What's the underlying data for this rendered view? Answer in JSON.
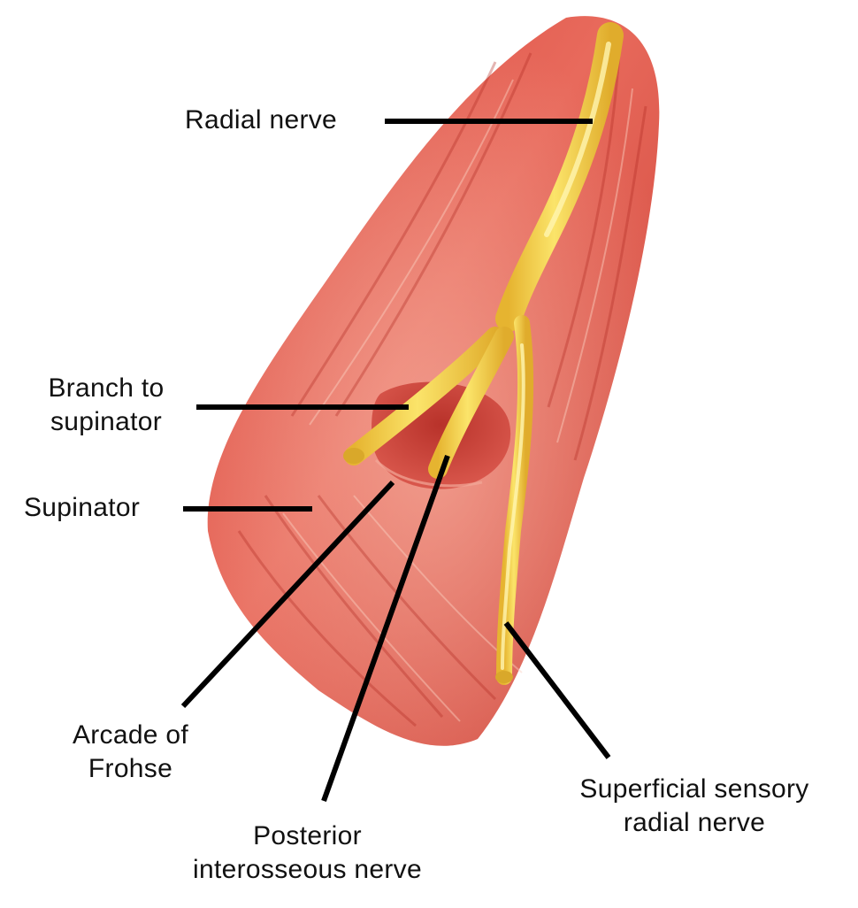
{
  "labels": {
    "radial_nerve": "Radial nerve",
    "branch_to_supinator": [
      "Branch to",
      "supinator"
    ],
    "supinator": "Supinator",
    "arcade_of_frohse": [
      "Arcade of",
      "Frohse"
    ],
    "posterior_interosseous_nerve": [
      "Posterior",
      "interosseous nerve"
    ],
    "superficial_sensory_radial_nerve": [
      "Superficial sensory",
      "radial nerve"
    ]
  },
  "colors": {
    "muscle_dark": "#c6332b",
    "muscle_mid": "#e0554a",
    "muscle_light": "#f3a090",
    "nerve": "#f7d64a",
    "nerve_highlight": "#fff3a8",
    "nerve_shadow": "#d9a82a",
    "leader_line": "#000000",
    "text": "#111111"
  }
}
